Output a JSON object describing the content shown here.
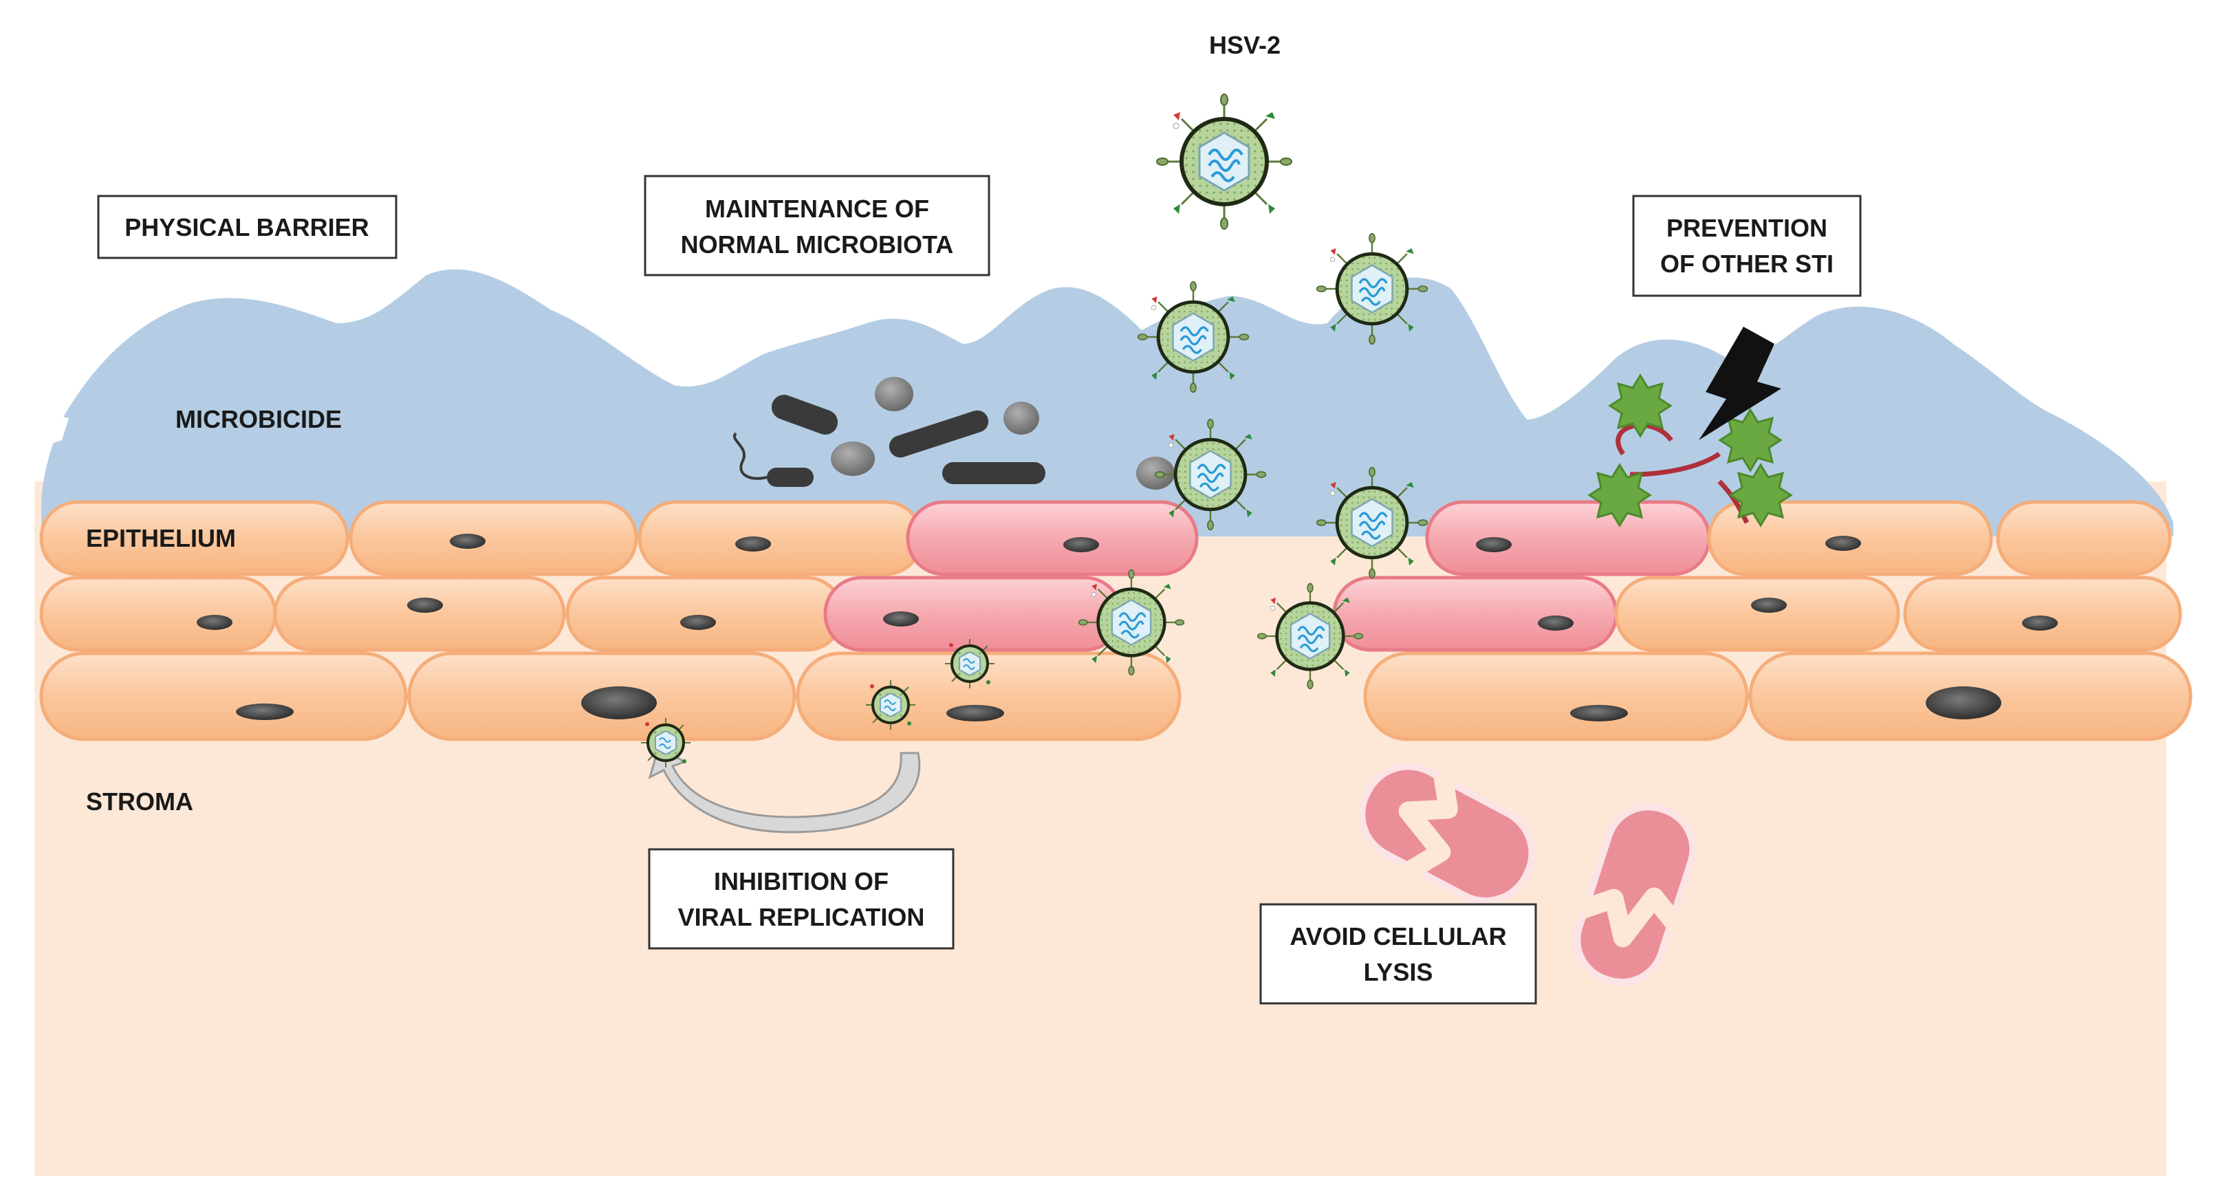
{
  "title": "HSV-2",
  "layers": {
    "microbicide": "MICROBICIDE",
    "epithelium": "EPITHELIUM",
    "stroma": "STROMA"
  },
  "boxes": {
    "physical_barrier": "PHYSICAL BARRIER",
    "microbiota_line1": "MAINTENANCE OF",
    "microbiota_line2": "NORMAL MICROBIOTA",
    "sti_line1": "PREVENTION",
    "sti_line2": "OF OTHER STI",
    "replication_line1": "INHIBITION OF",
    "replication_line2": "VIRAL REPLICATION",
    "lysis_line1": "AVOID CELLULAR",
    "lysis_line2": "LYSIS"
  },
  "colors": {
    "microbicide": "#b4cde4",
    "stroma": "#fde8d8",
    "epithelial_cell": "#fbc9a0",
    "infected_cell": "#f6a9b0",
    "virus_capsid": "#a9c98a",
    "virus_dna": "#2a9ad8",
    "other_sti": "#6aa842",
    "bacteria": "#3a3a3a"
  }
}
